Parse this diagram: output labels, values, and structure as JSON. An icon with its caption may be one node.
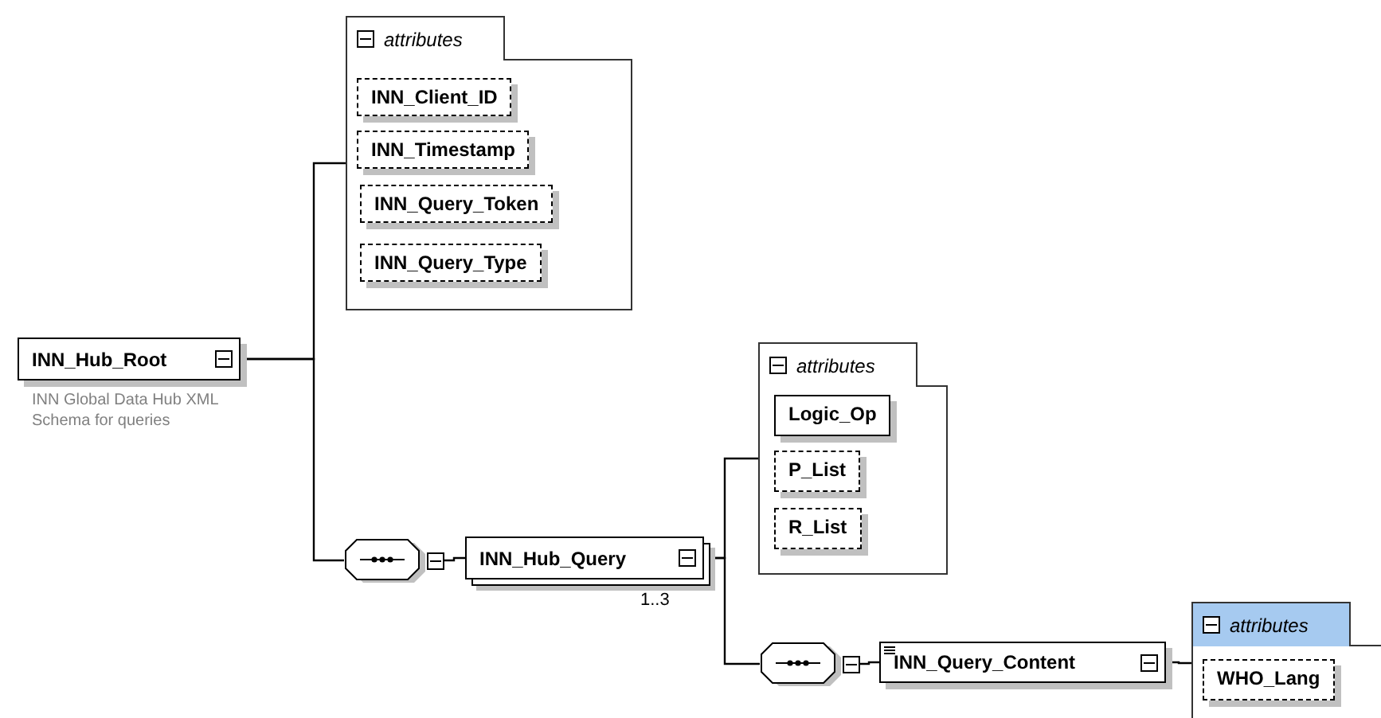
{
  "diagram": {
    "nodes": [
      {
        "text": [
          "attributes"
        ]
      },
      {
        "text": [
          "INN_Client_ID"
        ],
        "in": 0
      },
      {
        "text": [
          "INN_Timestamp"
        ],
        "in": 0
      },
      {
        "text": [
          "INN_Query_Token"
        ],
        "in": 0
      },
      {
        "text": [
          "INN_Query_Type"
        ],
        "in": 0
      },
      {
        "text": [
          "INN_Hub_Root"
        ],
        "beside": [
          "INN Global Data Hub XML Schema for queries"
        ]
      },
      {
        "text": [],
        "shape": "octagon"
      },
      {
        "text": [
          "attributes"
        ]
      },
      {
        "text": [
          "Logic_Op"
        ],
        "in": 7
      },
      {
        "text": [
          "P_List"
        ],
        "in": 7
      },
      {
        "text": [
          "R_List"
        ],
        "in": 7
      },
      {
        "text": [
          "INN_Hub_Query"
        ],
        "beside": [
          "1..3"
        ]
      },
      {
        "text": [],
        "shape": "octagon"
      },
      {
        "text": [
          "INN_Query_Content"
        ]
      },
      {
        "text": [
          "attributes"
        ]
      },
      {
        "text": [
          "WHO_Lang"
        ],
        "in": 14
      }
    ],
    "edges": [
      {
        "from": 5,
        "to": 0,
        "arrow": "none"
      },
      {
        "from": 5,
        "to": 6,
        "arrow": "none"
      },
      {
        "from": 6,
        "to": 11,
        "arrow": "none"
      },
      {
        "from": 11,
        "to": 7,
        "arrow": "none"
      },
      {
        "from": 11,
        "to": 12,
        "arrow": "none"
      },
      {
        "from": 12,
        "to": 13,
        "arrow": "none"
      },
      {
        "from": 13,
        "to": 14,
        "arrow": "none"
      }
    ]
  }
}
